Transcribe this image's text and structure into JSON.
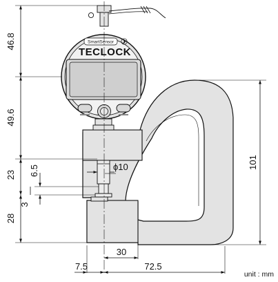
{
  "brand": {
    "name": "TECLOCK",
    "sensor_badge": "SmartSensor"
  },
  "dimensions": {
    "height_top": "46.8",
    "height_dial": "49.6",
    "height_mid": "23",
    "height_base": "28",
    "height_contact": "6.5",
    "gap": "3",
    "diameter": "ϕ10",
    "overall_height": "101",
    "throat_depth": "30",
    "offset_left": "7.5",
    "base_width": "72.5"
  },
  "unit_label": "unit : mm",
  "colors": {
    "frame_fill": "#e3e3e3",
    "display_fill": "#cfcfcf",
    "line": "#111111"
  }
}
